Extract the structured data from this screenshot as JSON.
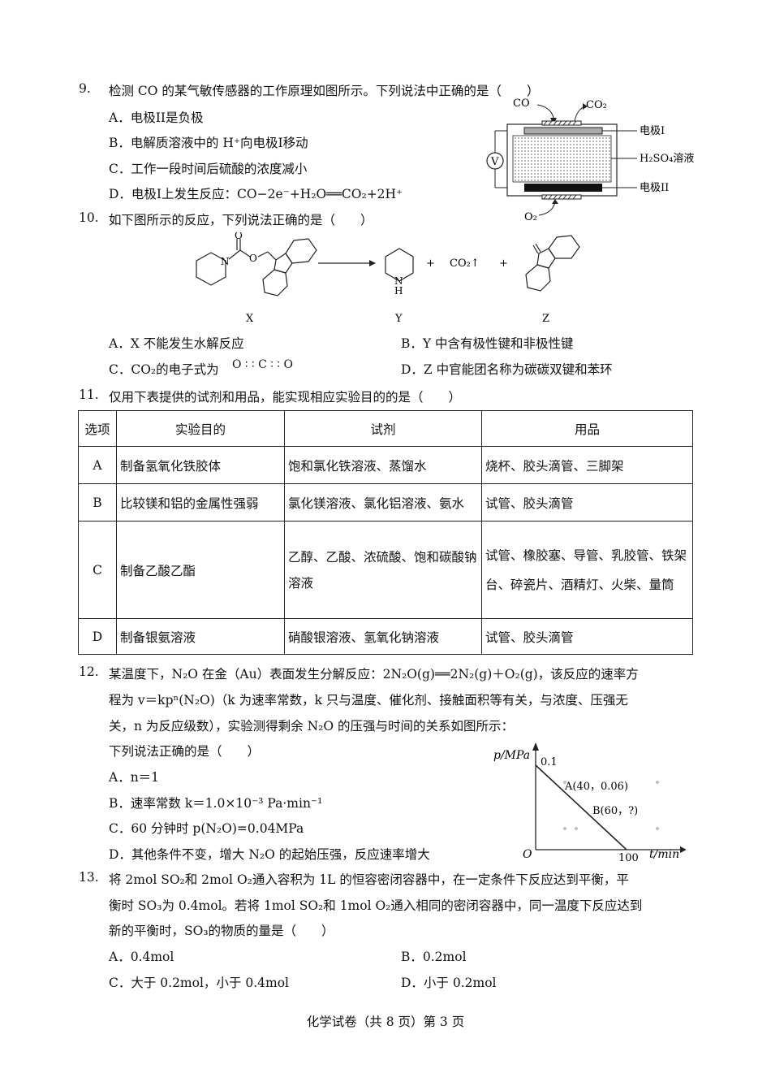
{
  "q9": {
    "num": "9.",
    "stem": "检测 CO 的某气敏传感器的工作原理如图所示。下列说法中正确的是（　　）",
    "options": [
      "A．电极II是负极",
      "B．电解质溶液中的 H⁺向电极I移动",
      "C．工作一段时间后硫酸的浓度减小",
      "D．电极I上发生反应：CO−2e⁻+H₂O══CO₂+2H⁺"
    ],
    "figure": {
      "co": "CO",
      "co2": "CO₂",
      "electrode1": "电极I",
      "solution": "H₂SO₄溶液",
      "electrode2": "电极II",
      "o2": "O₂",
      "voltmeter": "V"
    }
  },
  "q10": {
    "num": "10.",
    "stem": "如下图所示的反应，下列说法正确的是（　　）",
    "labels": {
      "x": "X",
      "y": "Y",
      "z": "Z",
      "plus": "+",
      "co2": "CO₂↑",
      "o": "O",
      "n": "N",
      "nh": "N",
      "h": "H"
    },
    "options": [
      "A．X 不能发生水解反应",
      "B．Y 中含有极性键和非极性键",
      "C．CO₂的电子式为",
      "D．Z 中官能团名称为碳碳双键和苯环"
    ],
    "electron_formula": "O ∶ ∶ C ∶ ∶ O"
  },
  "q11": {
    "num": "11.",
    "stem": "仅用下表提供的试剂和用品，能实现相应实验目的的是（　　）",
    "headers": [
      "选项",
      "实验目的",
      "试剂",
      "用品"
    ],
    "rows": [
      [
        "A",
        "制备氢氧化铁胶体",
        "饱和氯化铁溶液、蒸馏水",
        "烧杯、胶头滴管、三脚架"
      ],
      [
        "B",
        "比较镁和铝的金属性强弱",
        "氯化镁溶液、氯化铝溶液、氨水",
        "试管、胶头滴管"
      ],
      [
        "C",
        "制备乙酸乙酯",
        "乙醇、乙酸、浓硫酸、饱和碳酸钠溶液",
        "试管、橡胶塞、导管、乳胶管、铁架台、碎瓷片、酒精灯、火柴、量筒"
      ],
      [
        "D",
        "制备银氨溶液",
        "硝酸银溶液、氢氧化钠溶液",
        "试管、胶头滴管"
      ]
    ]
  },
  "q12": {
    "num": "12.",
    "line1": "某温度下，N₂O 在金（Au）表面发生分解反应：2N₂O(g)══2N₂(g)＋O₂(g)，该反应的速率方",
    "line2": "程为 v＝kpⁿ(N₂O)（k 为速率常数，k 只与温度、催化剂、接触面积等有关，与浓度、压强无",
    "line3": "关，n 为反应级数），实验测得剩余 N₂O 的压强与时间的关系如图所示：",
    "line4": "下列说法正确的是（　　）",
    "options": [
      "A．n＝1",
      "B．速率常数 k＝1.0×10⁻³ Pa·min⁻¹",
      "C．60 分钟时 p(N₂O)=0.04MPa",
      "D．其他条件不变，增大 N₂O 的起始压强，反应速率增大"
    ],
    "graph": {
      "ylabel": "p/MPa",
      "xlabel": "t/min",
      "origin": "O",
      "y0": "0.1",
      "x_end": "100",
      "pointA": "A(40，0.06)",
      "pointB": "B(60，?)"
    }
  },
  "chart_data": {
    "type": "line",
    "xlabel": "t/min",
    "ylabel": "p/MPa",
    "series": [
      {
        "x": [
          0,
          40,
          100
        ],
        "values": [
          0.1,
          0.06,
          0
        ]
      }
    ],
    "annotations": [
      "0.1",
      "A(40，0.06)",
      "B(60，?)",
      "100",
      "O"
    ]
  },
  "q13": {
    "num": "13.",
    "line1": "将 2mol SO₂和 2mol O₂通入容积为 1L 的恒容密闭容器中，在一定条件下反应达到平衡，平",
    "line2": "衡时 SO₃为 0.4mol。若将 1mol SO₂和 1mol O₂通入相同的密闭容器中，同一温度下反应达到",
    "line3": "新的平衡时，SO₃的物质的量是（　　）",
    "options": [
      "A．0.4mol",
      "B．0.2mol",
      "C．大于 0.2mol，小于 0.4mol",
      "D．小于 0.2mol"
    ]
  },
  "footer": "化学试卷（共 8 页）第 3 页"
}
